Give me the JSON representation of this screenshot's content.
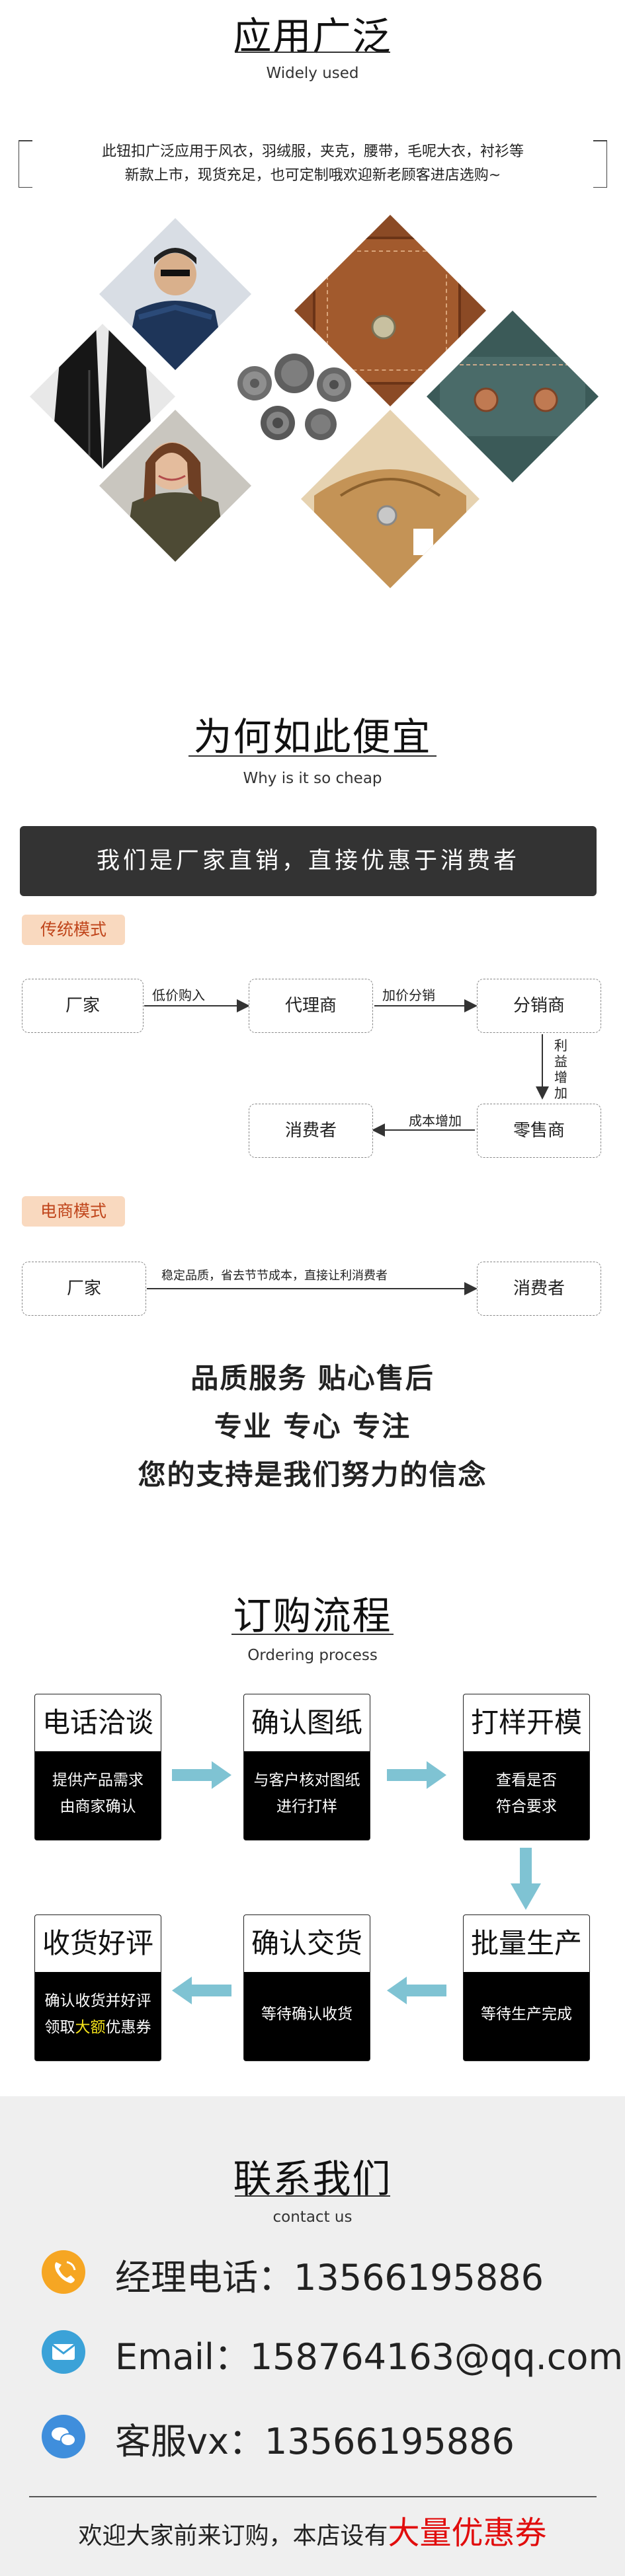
{
  "section1": {
    "title": "应用广泛",
    "subtitle": "Widely used",
    "intro_line1": "此钮扣广泛应用于风衣，羽绒服，夹克，腰带，毛呢大衣，衬衫等",
    "intro_line2": "新款上市，现货充足，也可定制哦欢迎新老顾客进店选购~"
  },
  "section2": {
    "title": "为何如此便宜",
    "subtitle": "Why is it so cheap",
    "banner": "我们是厂家直销，直接优惠于消费者",
    "traditional_tag": "传统模式",
    "ecommerce_tag": "电商模式",
    "nodes": {
      "factory": "厂家",
      "agent": "代理商",
      "distributor": "分销商",
      "retailer": "零售商",
      "consumer": "消费者",
      "factory2": "厂家",
      "consumer2": "消费者"
    },
    "labels": {
      "low_price": "低价购入",
      "markup": "加价分销",
      "profit": "利益增加",
      "cost_up": "成本增加",
      "direct": "稳定品质，省去节节成本，直接让利消费者"
    },
    "slogan1": "品质服务  贴心售后",
    "slogan2": "专业  专心  专注",
    "slogan3": "您的支持是我们努力的信念"
  },
  "section3": {
    "title": "订购流程",
    "subtitle": "Ordering process",
    "steps": [
      {
        "title": "电话洽谈",
        "line1": "提供产品需求",
        "line2": "由商家确认"
      },
      {
        "title": "确认图纸",
        "line1": "与客户核对图纸",
        "line2": "进行打样"
      },
      {
        "title": "打样开模",
        "line1": "查看是否",
        "line2": "符合要求"
      },
      {
        "title": "批量生产",
        "line1": "等待生产完成",
        "line2": ""
      },
      {
        "title": "确认交货",
        "line1": "等待确认收货",
        "line2": ""
      },
      {
        "title": "收货好评",
        "line1": "确认收货并好评",
        "line2_pre": "领取",
        "line2_hl": "大额",
        "line2_post": "优惠券"
      }
    ]
  },
  "section4": {
    "title": "联系我们",
    "subtitle": "contact us",
    "phone": "经理电话：13566195886",
    "email": "Email：158764163@qq.com",
    "wechat": "客服vx：13566195886",
    "footer_pre": "欢迎大家前来订购，本店设有",
    "footer_hl": "大量优惠券"
  },
  "colors": {
    "accent_blue": "#7fc3d3",
    "tag_bg": "#f9d9bf",
    "tag_text": "#c0451b",
    "phone_icon": "#f6a623",
    "email_icon": "#3ba2d8",
    "chat_icon": "#3f8edc",
    "footer_red": "#e10d0d"
  }
}
